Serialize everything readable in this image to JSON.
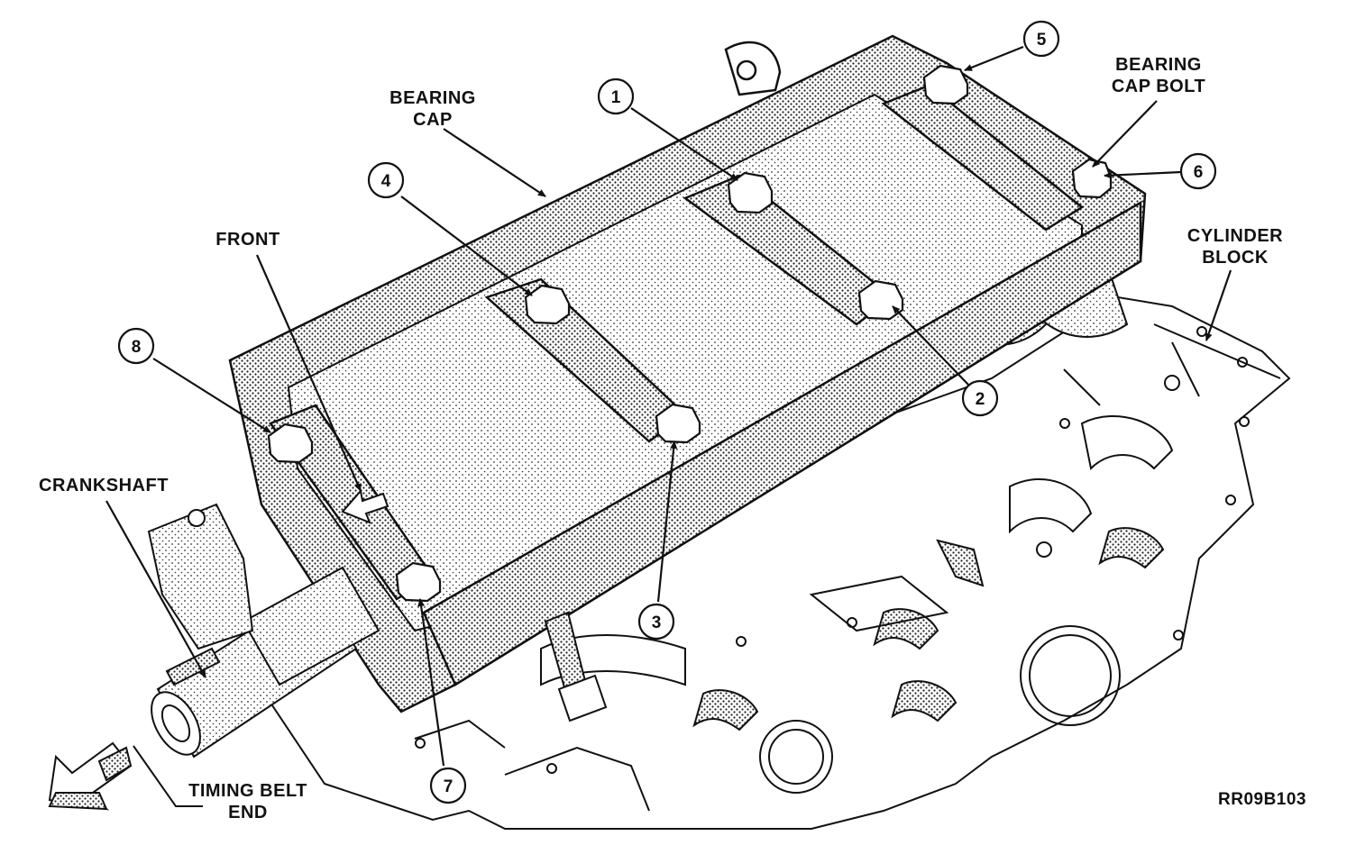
{
  "labels": {
    "bearing_cap": [
      "BEARING",
      "CAP"
    ],
    "bearing_cap_bolt": [
      "BEARING",
      "CAP BOLT"
    ],
    "front": "FRONT",
    "cylinder_block": [
      "CYLINDER",
      "BLOCK"
    ],
    "crankshaft": "CRANKSHAFT",
    "timing_belt_end": [
      "TIMING BELT",
      "END"
    ],
    "figure_code": "RR09B103"
  },
  "callouts": [
    "1",
    "2",
    "3",
    "4",
    "5",
    "6",
    "7",
    "8"
  ],
  "colors": {
    "ink": "#111111",
    "shade": "#8a8a8a",
    "paper": "#ffffff"
  }
}
